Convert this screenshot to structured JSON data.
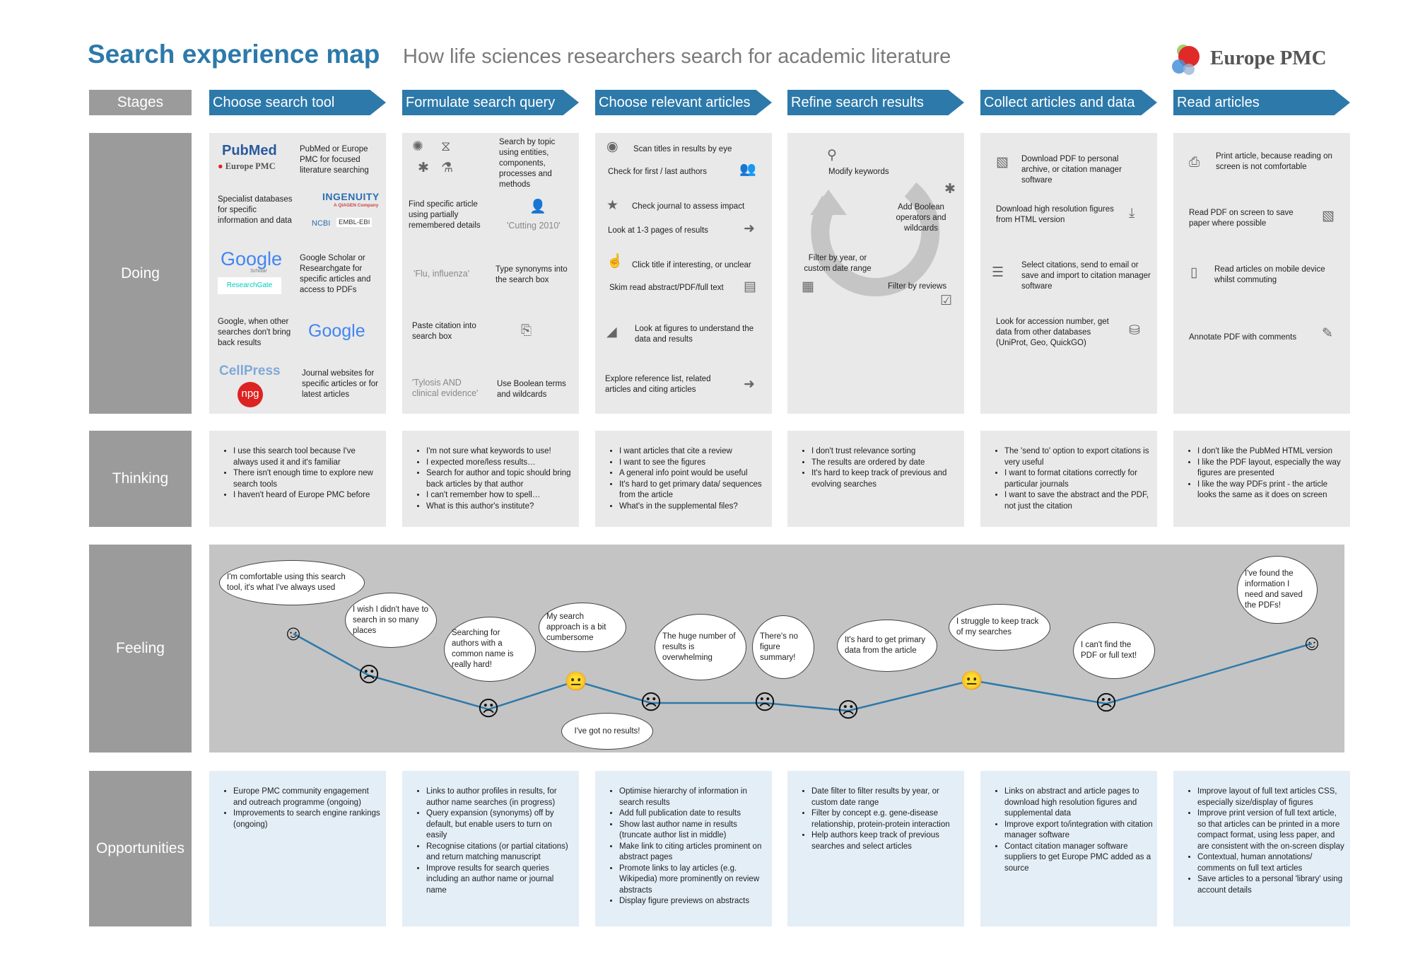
{
  "header": {
    "title": "Search experience map",
    "subtitle": "How life sciences researchers search for academic literature",
    "logo": "Europe PMC"
  },
  "rows": {
    "stages": "Stages",
    "doing": "Doing",
    "thinking": "Thinking",
    "feeling": "Feeling",
    "opportunities": "Opportunities"
  },
  "stages": [
    "Choose search tool",
    "Formulate search query",
    "Choose relevant articles",
    "Refine search results",
    "Collect articles and data",
    "Read articles"
  ],
  "doing": {
    "col1": {
      "logos": {
        "pubmed": "PubMed",
        "epmc": "Europe PMC",
        "ingenuity": "INGENUITY",
        "ingenuity_sub": "A QIAGEN Company",
        "ncbi": "NCBI",
        "ebi": "EMBL-EBI",
        "google": "Google",
        "scholar": "Scholar",
        "researchgate": "ResearchGate",
        "google2": "Google",
        "cellpress": "CellPress",
        "npg": "npg"
      },
      "t1": "PubMed or Europe PMC for focused literature searching",
      "t2": "Specialist databases for specific information and data",
      "t3": "Google Scholar or Researchgate for specific articles and access to PDFs",
      "t4": "Google, when other searches don't bring back results",
      "t5": "Journal websites for specific articles or for latest articles"
    },
    "col2": {
      "t1": "Search by topic using entities, components, processes and methods",
      "t2": "Find specific article using partially remembered details",
      "p1": "'Cutting 2010'",
      "p2": "'Flu, influenza'",
      "t3": "Type synonyms into the search box",
      "t4": "Paste citation into search box",
      "p3": "'Tylosis AND clinical evidence'",
      "t5": "Use Boolean terms and wildcards"
    },
    "col3": {
      "t1": "Scan titles in results by eye",
      "t2": "Check for first / last authors",
      "t3": "Check journal to assess impact",
      "t4": "Look at 1-3 pages of results",
      "t5": "Click title if interesting, or unclear",
      "t6": "Skim read abstract/PDF/full text",
      "t7": "Look at figures to understand the data and results",
      "t8": "Explore reference list, related articles and citing articles"
    },
    "col4": {
      "t1": "Modify keywords",
      "t2": "Add Boolean operators and wildcards",
      "t3": "Filter by year, or custom date range",
      "t4": "Filter by reviews"
    },
    "col5": {
      "t1": "Download PDF to personal archive, or citation manager software",
      "t2": "Download high resolution figures from HTML version",
      "t3": "Select citations, send to email or save and import to citation manager software",
      "t4": "Look for accession number, get data from other databases (UniProt, Geo, QuickGO)"
    },
    "col6": {
      "t1": "Print article, because reading on screen is not comfortable",
      "t2": "Read PDF on screen to save paper where possible",
      "t3": "Read articles on mobile device whilst commuting",
      "t4": "Annotate PDF with comments"
    }
  },
  "thinking": [
    [
      "I use this search tool because I've always used it and it's familiar",
      "There isn't enough time to explore new search tools",
      "I haven't heard of Europe PMC before"
    ],
    [
      "I'm not sure what keywords to use!",
      "I expected more/less results…",
      "Search for author and topic should bring back articles by that author",
      "I can't remember how to spell…",
      "What is this author's institute?"
    ],
    [
      "I want articles that cite a review",
      "I want to see the figures",
      "A general info point would be useful",
      "It's hard to get primary data/ sequences from the article",
      "What's in the supplemental files?"
    ],
    [
      "I don't trust relevance sorting",
      "The results are ordered by date",
      "It's hard to keep track of previous and evolving searches"
    ],
    [
      "The 'send to' option to export citations is very useful",
      "I want to format citations correctly for particular journals",
      "I want to save the abstract and the PDF, not just the citation"
    ],
    [
      "I don't like the PubMed HTML version",
      "I like the PDF layout, especially the way figures are presented",
      "I like the way PDFs print - the article looks the same as it does on screen"
    ]
  ],
  "feeling": {
    "bubbles": [
      "I'm comfortable using this search tool, it's what I've always used",
      "I wish I didn't have to search in so many places",
      "Searching for authors with a common name is really hard!",
      "My search approach is a bit cumbersome",
      "I've got no results!",
      "The huge number of results is overwhelming",
      "There's no figure summary!",
      "It's hard to get primary data from the article",
      "I struggle to keep track of my searches",
      "I can't find the PDF or full text!",
      "I've found the information I need and saved the PDFs!"
    ],
    "moods": [
      "happy",
      "sad",
      "sad",
      "neutral",
      "sad",
      "sad",
      "sad",
      "neutral",
      "sad",
      "happy"
    ],
    "line_color": "#2d79aa"
  },
  "opportunities": [
    [
      "Europe PMC community engagement and outreach programme (ongoing)",
      "Improvements to search engine rankings (ongoing)"
    ],
    [
      "Links to author profiles in results, for author name searches (in progress)",
      "Query expansion (synonyms) off by default, but enable users to turn on easily",
      "Recognise citations (or partial citations) and return matching manuscript",
      "Improve results for search queries including an author name or journal name"
    ],
    [
      "Optimise hierarchy of information in search results",
      "Add full publication date to results",
      "Show last author name in results (truncate author list in middle)",
      "Make link to citing articles prominent on abstract pages",
      "Promote links to lay articles (e.g. Wikipedia) more prominently on review abstracts",
      "Display figure previews on abstracts"
    ],
    [
      "Date filter to filter results by year, or custom date range",
      "Filter by concept e.g. gene-disease relationship, protein-protein interaction",
      "Help authors keep track of previous searches and select articles"
    ],
    [
      "Links on abstract and article pages to download high resolution figures and supplemental data",
      "Improve export to/integration with citation manager software",
      "Contact citation manager software suppliers to get Europe PMC added as a source"
    ],
    [
      "Improve layout of full text articles CSS, especially size/display of figures",
      "Improve print version of full text article, so that articles can be printed in a more compact format, using less paper, and are consistent with the on-screen display",
      "Contextual, human annotations/ comments on full text articles",
      "Save articles to a personal 'library' using account details"
    ]
  ],
  "colors": {
    "accent": "#2d79aa",
    "label_bg": "#9b9b9b",
    "panel": "#e9e9e9",
    "opportunity_panel": "#e4eef7",
    "feeling_bg": "#c4c4c4"
  }
}
